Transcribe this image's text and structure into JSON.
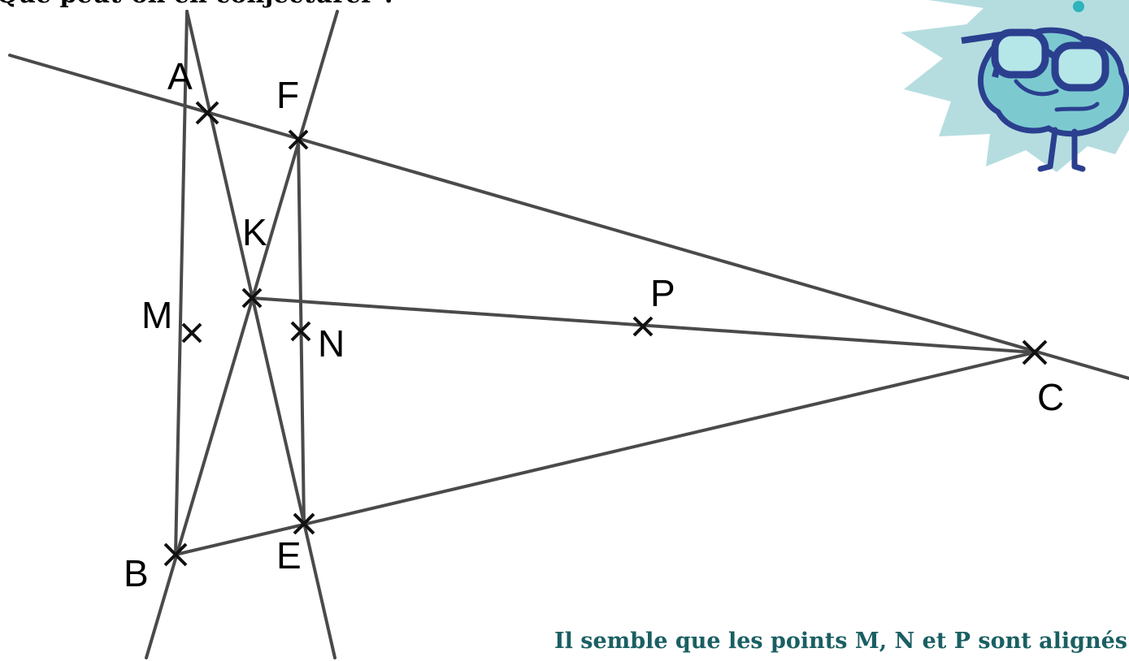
{
  "top_text": "Que peut-on en conjecturer ?",
  "conclusion": "Il semble que les points M, N et P sont alignés",
  "colors": {
    "line": "#4a4a4a",
    "cross": "#111111",
    "conclusion_text": "#1a5f63",
    "mascot_burst": "#b5dde0",
    "mascot_brain": "#7ccad0",
    "mascot_outline": "#2b3f8f"
  },
  "points": {
    "A": "A",
    "B": "B",
    "C": "C",
    "E": "E",
    "F": "F",
    "K": "K",
    "M": "M",
    "N": "N",
    "P": "P"
  },
  "mascot": {
    "icon": "brain-with-glasses-icon"
  }
}
